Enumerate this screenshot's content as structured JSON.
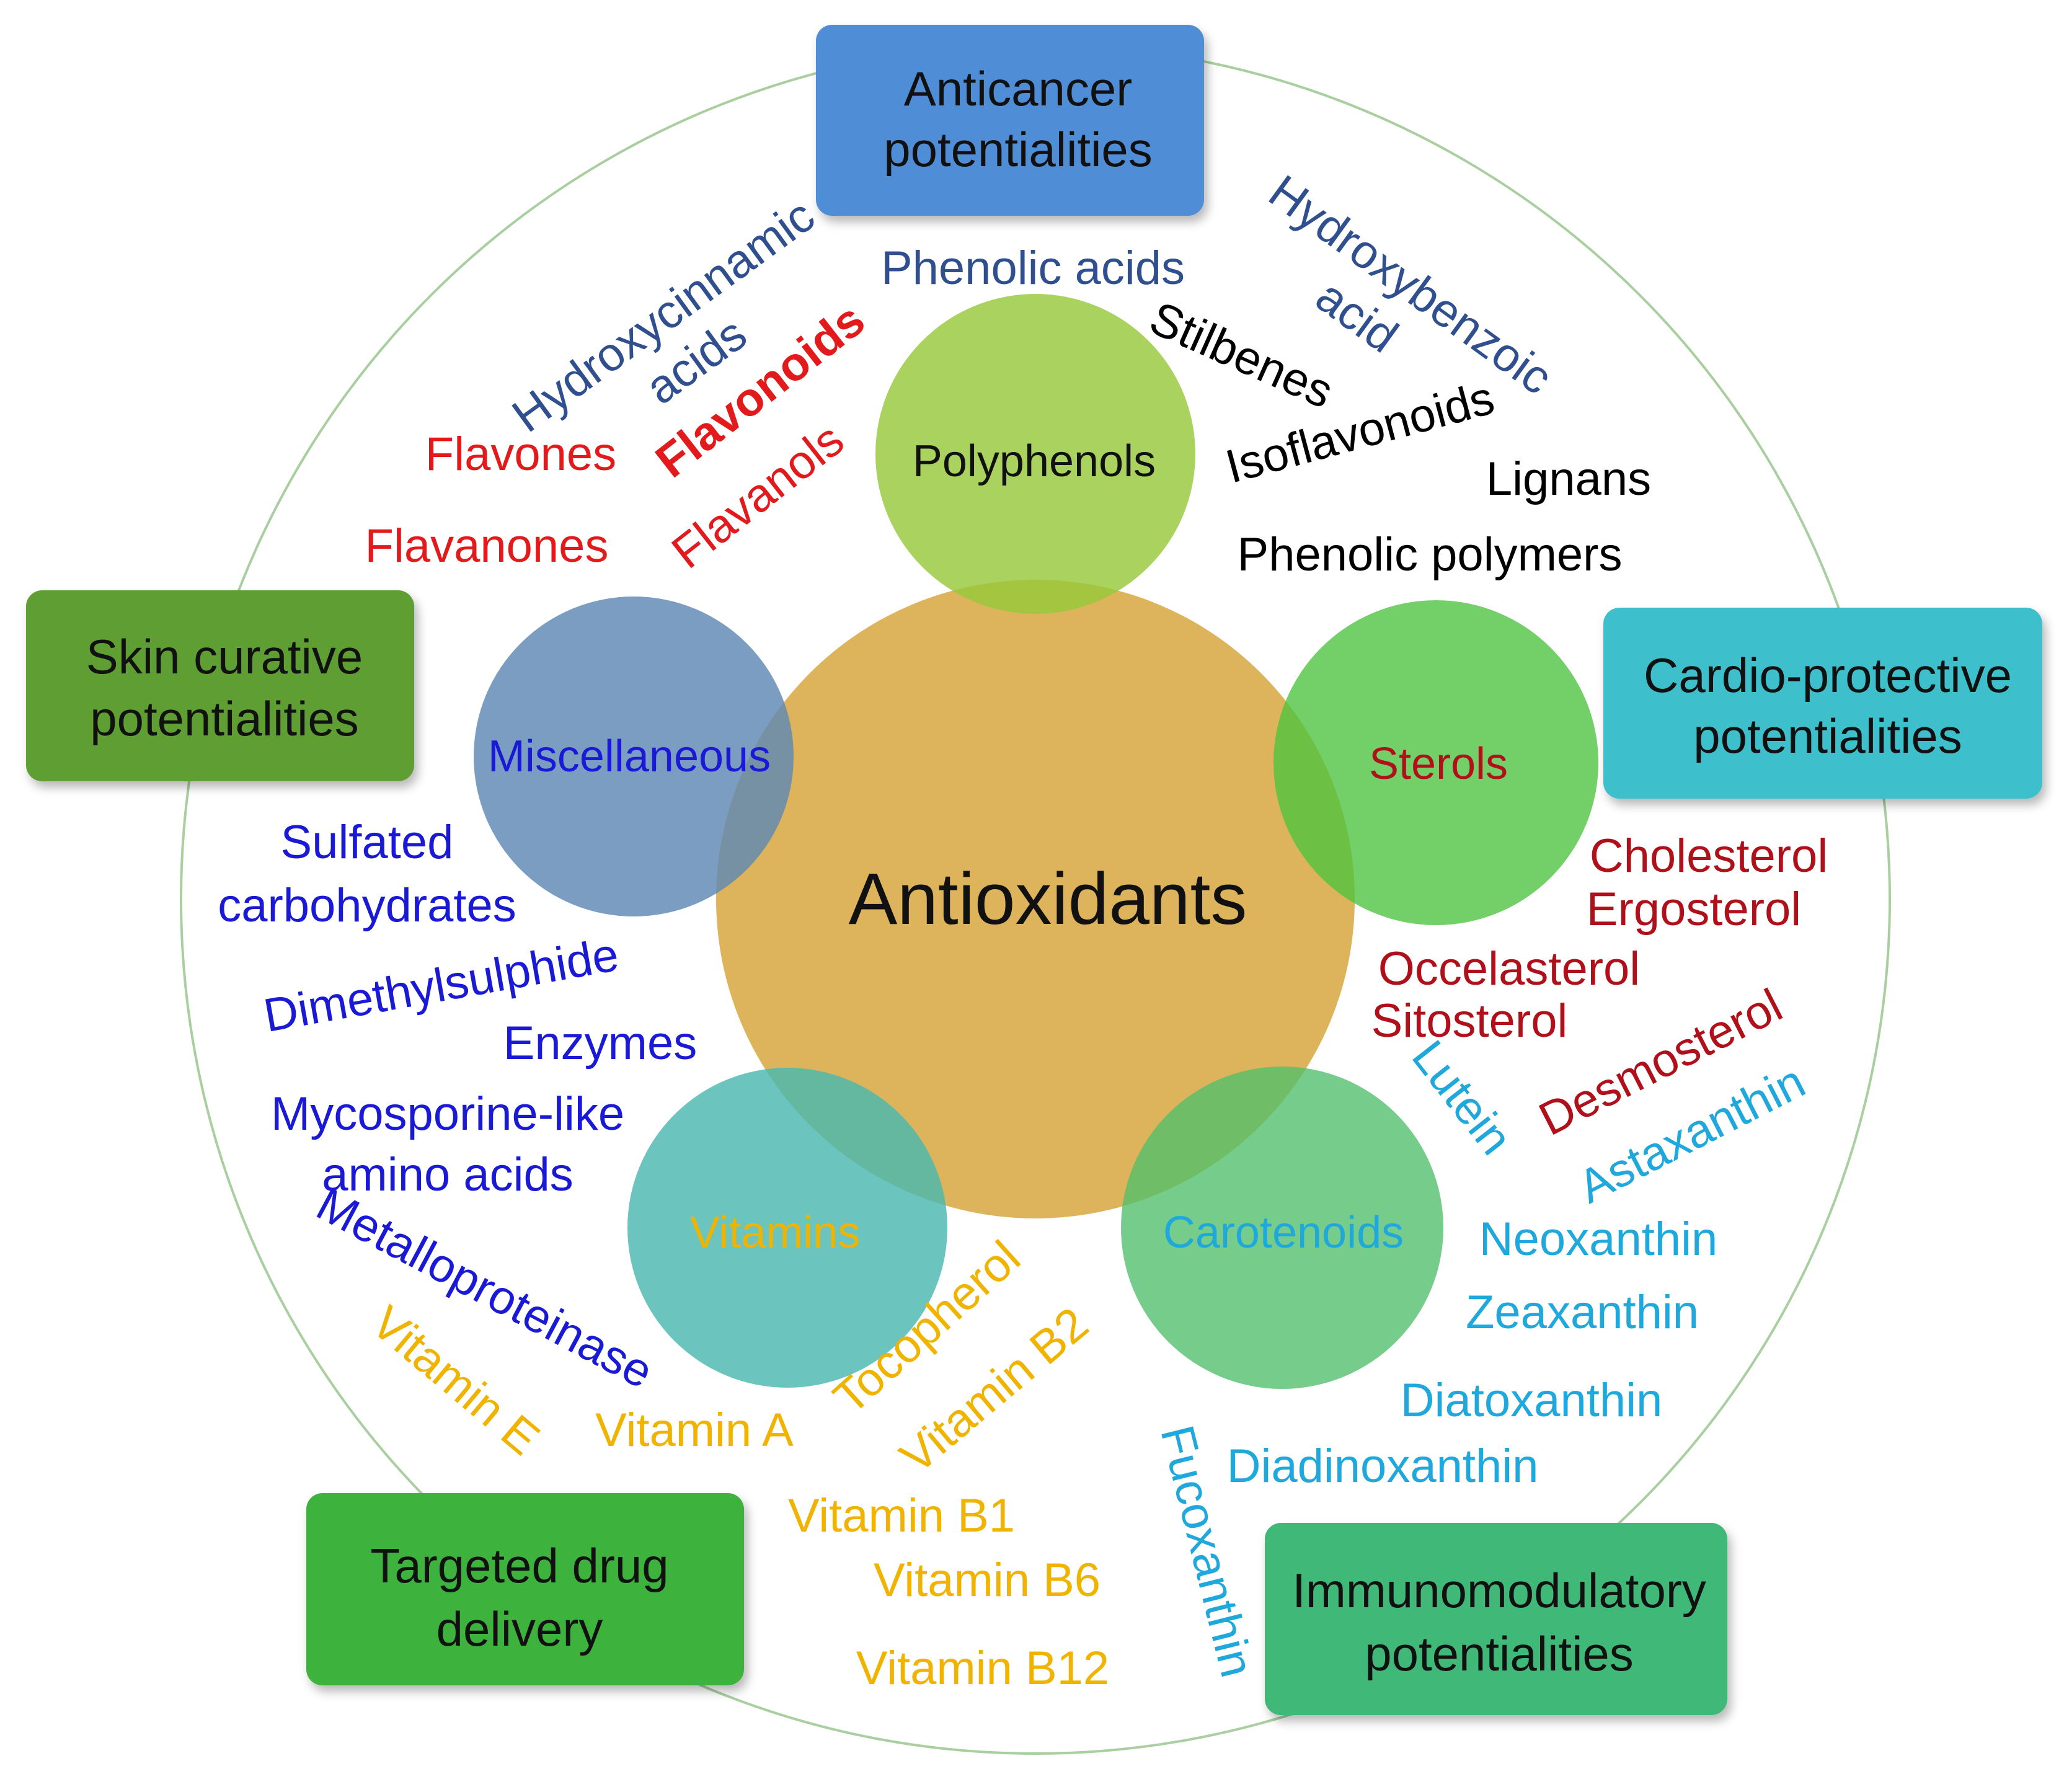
{
  "colors": {
    "polyphenol_compound": "#2f4f8f",
    "flavonoid": "#e31a1c",
    "stilbene_group": "#000000",
    "miscellaneous": "#1a1ad6",
    "sterols": "#b0101a",
    "carotenoids": "#1fa8dc",
    "vitamins": "#f0b400",
    "center_circle": "#d6a437",
    "polyphenols_circle": "#96c83a",
    "sterols_circle": "#4cc33e",
    "carotenoids_circle": "#4fbf6a",
    "vitamins_circle": "#4bb8b0",
    "misc_circle": "#5f87b5",
    "box_anticancer": "#4f8ed6",
    "box_skin": "#5e9e32",
    "box_cardio": "#3cc0cb",
    "box_targeted": "#3cb33c",
    "box_immuno": "#3fb878"
  },
  "center": {
    "label": "Antioxidants"
  },
  "circles": {
    "polyphenols": "Polyphenols",
    "sterols": "Sterols",
    "carotenoids": "Carotenoids",
    "vitamins": "Vitamins",
    "miscellaneous": "Miscellaneous"
  },
  "boxes": {
    "anticancer": [
      "Anticancer",
      "potentialities"
    ],
    "skin": [
      "Skin curative",
      "potentialities"
    ],
    "cardio": [
      "Cardio-protective",
      "potentialities"
    ],
    "targeted": [
      "Targeted drug",
      "delivery"
    ],
    "immuno": [
      "Immunomodulatory",
      "potentialities"
    ]
  },
  "polyphenols": {
    "phenolic_acids": "Phenolic acids",
    "hydroxycinnamic": [
      "Hydroxycinnamic",
      "acids"
    ],
    "hydroxybenzoic": [
      "Hydroxybenzoic",
      "acid"
    ],
    "stilbenes": "Stilbenes",
    "isoflavonoids": "Isoflavonoids",
    "lignans": "Lignans",
    "phenolic_polymers": "Phenolic polymers",
    "flavonoids": "Flavonoids",
    "flavones": "Flavones",
    "flavanones": "Flavanones",
    "flavanols": "Flavanols"
  },
  "sterols": {
    "cholesterol": "Cholesterol",
    "ergosterol": "Ergosterol",
    "occelasterol": "Occelasterol",
    "sitosterol": "Sitosterol",
    "desmosterol": "Desmosterol"
  },
  "carotenoids": {
    "lutein": "Lutein",
    "astaxanthin": "Astaxanthin",
    "neoxanthin": "Neoxanthin",
    "zeaxanthin": "Zeaxanthin",
    "diatoxanthin": "Diatoxanthin",
    "diadinoxanthin": "Diadinoxanthin",
    "fucoxanthin": "Fucoxanthin"
  },
  "vitamins": {
    "vitamin_e": "Vitamin E",
    "vitamin_a": "Vitamin A",
    "tocopherol": "Tocopherol",
    "vitamin_b2": "Vitamin B2",
    "vitamin_b1": "Vitamin B1",
    "vitamin_b6": "Vitamin B6",
    "vitamin_b12": "Vitamin B12"
  },
  "miscellaneous": {
    "sulfated": [
      "Sulfated",
      "carbohydrates"
    ],
    "dimethylsulphide": "Dimethylsulphide",
    "enzymes": "Enzymes",
    "mycosporine": [
      "Mycosporine-like",
      "amino acids"
    ],
    "metalloproteinase": "Metalloproteinase"
  }
}
